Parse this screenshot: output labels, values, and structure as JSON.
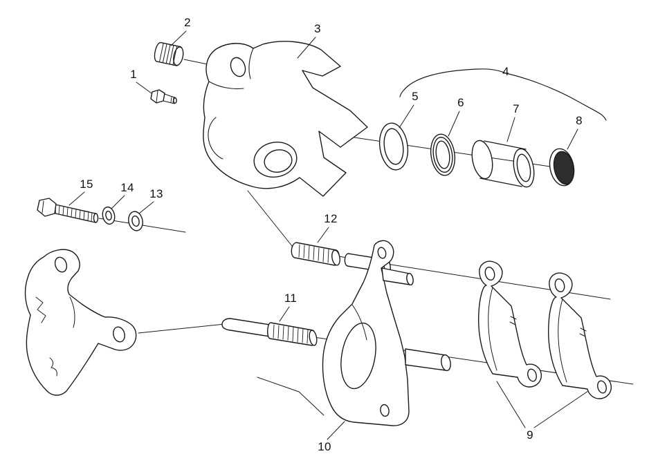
{
  "figure": {
    "background_color": "#ffffff",
    "line_color": "#1a1a1a",
    "cap_fill_color": "#2e2e2e",
    "labels": [
      {
        "text": "1"
      },
      {
        "text": "2"
      },
      {
        "text": "3"
      },
      {
        "text": "4"
      },
      {
        "text": "5"
      },
      {
        "text": "6"
      },
      {
        "text": "7"
      },
      {
        "text": "8"
      },
      {
        "text": "9"
      },
      {
        "text": "10"
      },
      {
        "text": "11"
      },
      {
        "text": "12"
      },
      {
        "text": "13"
      },
      {
        "text": "14"
      },
      {
        "text": "15"
      }
    ]
  }
}
